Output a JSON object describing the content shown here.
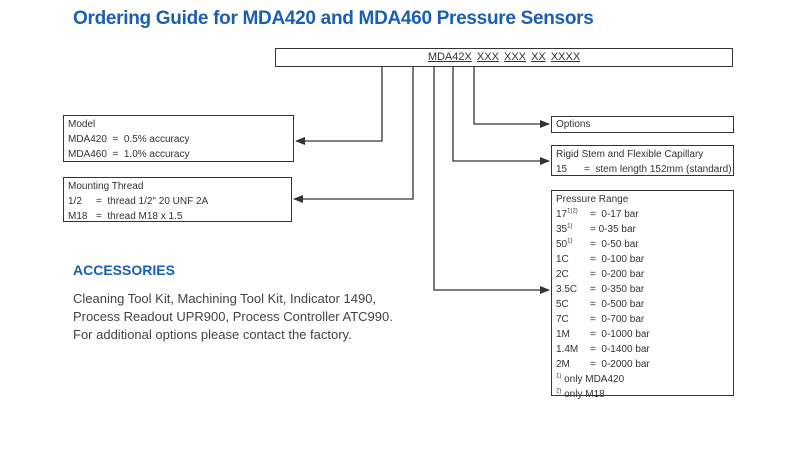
{
  "title": "Ordering Guide for MDA420 and MDA460 Pressure Sensors",
  "code": {
    "segments": [
      "MDA42X",
      "XXX",
      "XXX",
      "XX",
      "XXXX"
    ]
  },
  "model_box": {
    "heading": "Model",
    "rows": [
      {
        "key": "MDA420",
        "value": "=  0.5% accuracy"
      },
      {
        "key": "MDA460",
        "value": "=  1.0% accuracy"
      }
    ]
  },
  "mounting_box": {
    "heading": "Mounting Thread",
    "rows": [
      {
        "key": "1/2",
        "value": "=  thread 1/2\" 20 UNF 2A"
      },
      {
        "key": "M18",
        "value": "=  thread M18 x 1.5"
      }
    ]
  },
  "options_box": {
    "heading": "Options"
  },
  "rigid_box": {
    "heading": "Rigid Stem and Flexible Capillary",
    "rows": [
      {
        "key": "15",
        "value": "=  stem length 152mm (standard)"
      }
    ]
  },
  "pressure_box": {
    "heading": "Pressure Range",
    "rows": [
      {
        "key": "17",
        "sup": "1)2)",
        "value": "=  0-17 bar"
      },
      {
        "key": "35",
        "sup": "1)",
        "value": "= 0-35 bar"
      },
      {
        "key": "50",
        "sup": "1)",
        "value": "=  0-50 bar"
      },
      {
        "key": "1C",
        "sup": "",
        "value": "=  0-100 bar"
      },
      {
        "key": "2C",
        "sup": "",
        "value": "=  0-200 bar"
      },
      {
        "key": "3.5C",
        "sup": "",
        "value": "=  0-350 bar"
      },
      {
        "key": "5C",
        "sup": "",
        "value": "=  0-500 bar"
      },
      {
        "key": "7C",
        "sup": "",
        "value": "=  0-700 bar"
      },
      {
        "key": "1M",
        "sup": "",
        "value": "=  0-1000 bar"
      },
      {
        "key": "1.4M",
        "sup": "",
        "value": "=  0-1400 bar"
      },
      {
        "key": "2M",
        "sup": "",
        "value": "=  0-2000 bar"
      }
    ],
    "footnotes": [
      {
        "sup": "1)",
        "text": " only MDA420"
      },
      {
        "sup": "2)",
        "text": " only M18"
      }
    ]
  },
  "accessories": {
    "heading": "ACCESSORIES",
    "text": "Cleaning Tool Kit, Machining Tool Kit, Indicator 1490, Process Readout UPR900, Process Controller ATC990. For additional options please contact the factory."
  },
  "colors": {
    "accent": "#1a5fb4",
    "line": "#333333"
  }
}
